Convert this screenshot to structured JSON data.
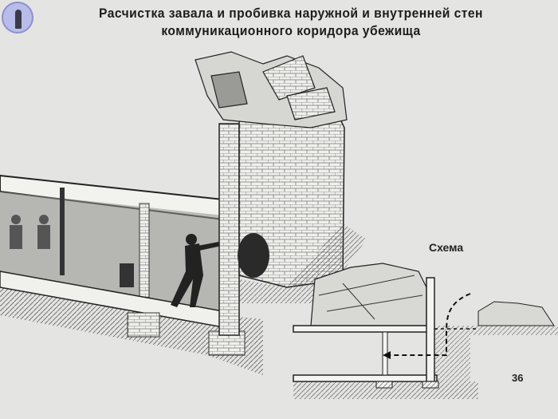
{
  "title": {
    "line1": "Расчистка завала и пробивка наружной и внутренней стен",
    "line2": "коммуникационного коридора убежища"
  },
  "scheme_label": "Схема",
  "page_number": "36",
  "logo": {
    "icon": "person-silhouette-icon",
    "color": "#b8bce8"
  }
}
